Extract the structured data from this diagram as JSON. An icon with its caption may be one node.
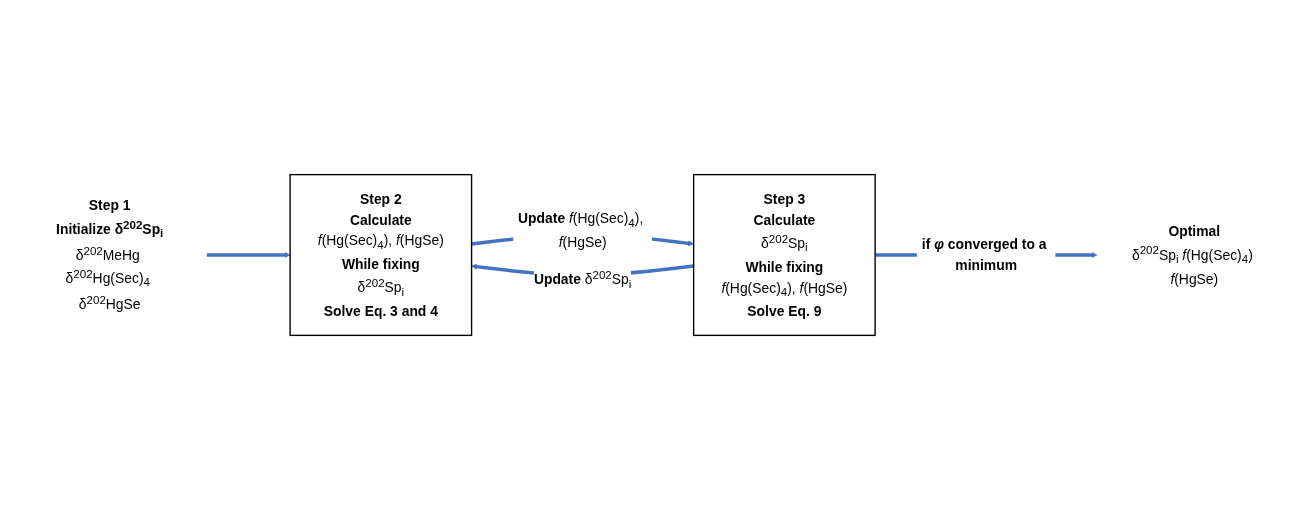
{
  "diagram": {
    "nodes": [
      {
        "text": [
          "**Step 1**",
          "**Initialize δ$^{202}$Sp$_{i}$**",
          "δ$^{202}$MeHg δ$^{202}$Hg(Sec)$_{4}$ δ$^{202}$HgSe"
        ]
      },
      {
        "text": [
          "**Step 2**",
          "**Calculate**",
          "*f*(Hg(Sec)$_{4}$), *f*(HgSe)",
          "**While fixing**",
          "δ$^{202}$Sp$_{i}$",
          "**Solve Eq. 3 and 4**"
        ]
      },
      {
        "text": [
          "**Step 3**",
          "**Calculate**",
          "δ$^{202}$Sp$_{i}$",
          "**While fixing**",
          "*f*(Hg(Sec)$_{4}$), *f*(HgSe)",
          "**Solve Eq. 9**"
        ]
      },
      {
        "text": [
          "**Optimal**",
          "δ$^{202}$Sp$_{i}$ *f*(Hg(Sec)$_{4}$) *f*(HgSe)"
        ]
      }
    ],
    "edges": [
      {
        "from": 0,
        "to": 1,
        "arrow": "to"
      },
      {
        "from": 1,
        "to": 2,
        "arrow": "to",
        "label": "**Update** *f*(Hg(Sec)$_{4}$), *f*(HgSe)"
      },
      {
        "from": 2,
        "to": 1,
        "arrow": "to",
        "label": "**Update** δ$^{202}$Sp$_{i}$"
      },
      {
        "from": 2,
        "to": 3,
        "arrow": "to",
        "label": "**if *φ* converged to a minimum**"
      }
    ]
  }
}
